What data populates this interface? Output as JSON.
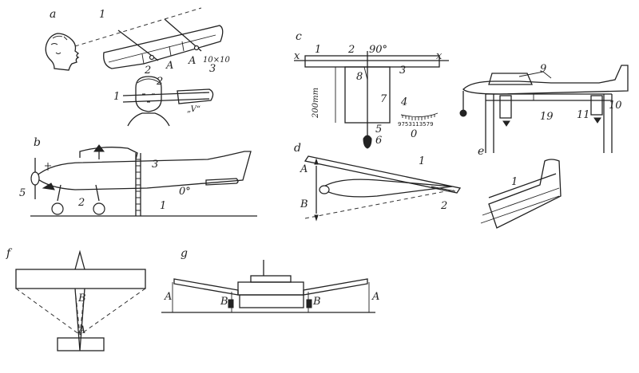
{
  "sections": {
    "a": {
      "letter": "a",
      "labels": [
        "1",
        "2",
        "10×10",
        "3",
        "A",
        "A",
        "1",
        "2",
        "„V“"
      ]
    },
    "b": {
      "letter": "b",
      "labels": [
        "5",
        "2",
        "3",
        "0°",
        "1"
      ]
    },
    "c": {
      "letter": "c",
      "labels": [
        "1",
        "x",
        "x",
        "2",
        "90°",
        "8",
        "3",
        "200mm",
        "7",
        "4",
        "5",
        "6"
      ],
      "scale_text": "9753113579",
      "scale_zero": "0"
    },
    "c_right": {
      "labels": [
        "9",
        "10",
        "11",
        "19"
      ]
    },
    "d": {
      "letter": "d",
      "labels": [
        "1",
        "A",
        "B",
        "2"
      ]
    },
    "e": {
      "letter": "e",
      "labels": [
        "1"
      ]
    },
    "f": {
      "letter": "f",
      "labels": [
        "B",
        "A"
      ]
    },
    "g": {
      "letter": "g",
      "labels": [
        "A",
        "B",
        "B",
        "A"
      ]
    }
  }
}
